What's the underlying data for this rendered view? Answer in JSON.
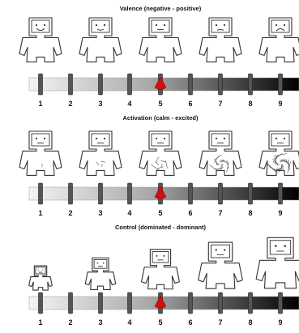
{
  "scales": [
    {
      "id": "valence",
      "title": "Valence (negative - positive)",
      "labels": [
        "1",
        "2",
        "3",
        "4",
        "5",
        "6",
        "7",
        "8",
        "9"
      ],
      "selected": 5,
      "figures": [
        "happy",
        "smile",
        "neutral",
        "frown",
        "sad"
      ]
    },
    {
      "id": "activation",
      "title": "Activation (calm - excited)",
      "labels": [
        "1",
        "2",
        "3",
        "4",
        "5",
        "6",
        "7",
        "8",
        "9"
      ],
      "selected": 5,
      "figures": [
        "calm",
        "mild",
        "moderate",
        "agitated",
        "excited"
      ]
    },
    {
      "id": "control",
      "title": "Control (dominated - dominant)",
      "labels": [
        "1",
        "2",
        "3",
        "4",
        "5",
        "6",
        "7",
        "8",
        "9"
      ],
      "selected": 5,
      "figures": [
        "smallest",
        "small",
        "medium",
        "large",
        "largest"
      ]
    }
  ],
  "colors": {
    "marker": "#cc1111",
    "bar_light": "#f2f2f2",
    "bar_dark": "#000000"
  }
}
